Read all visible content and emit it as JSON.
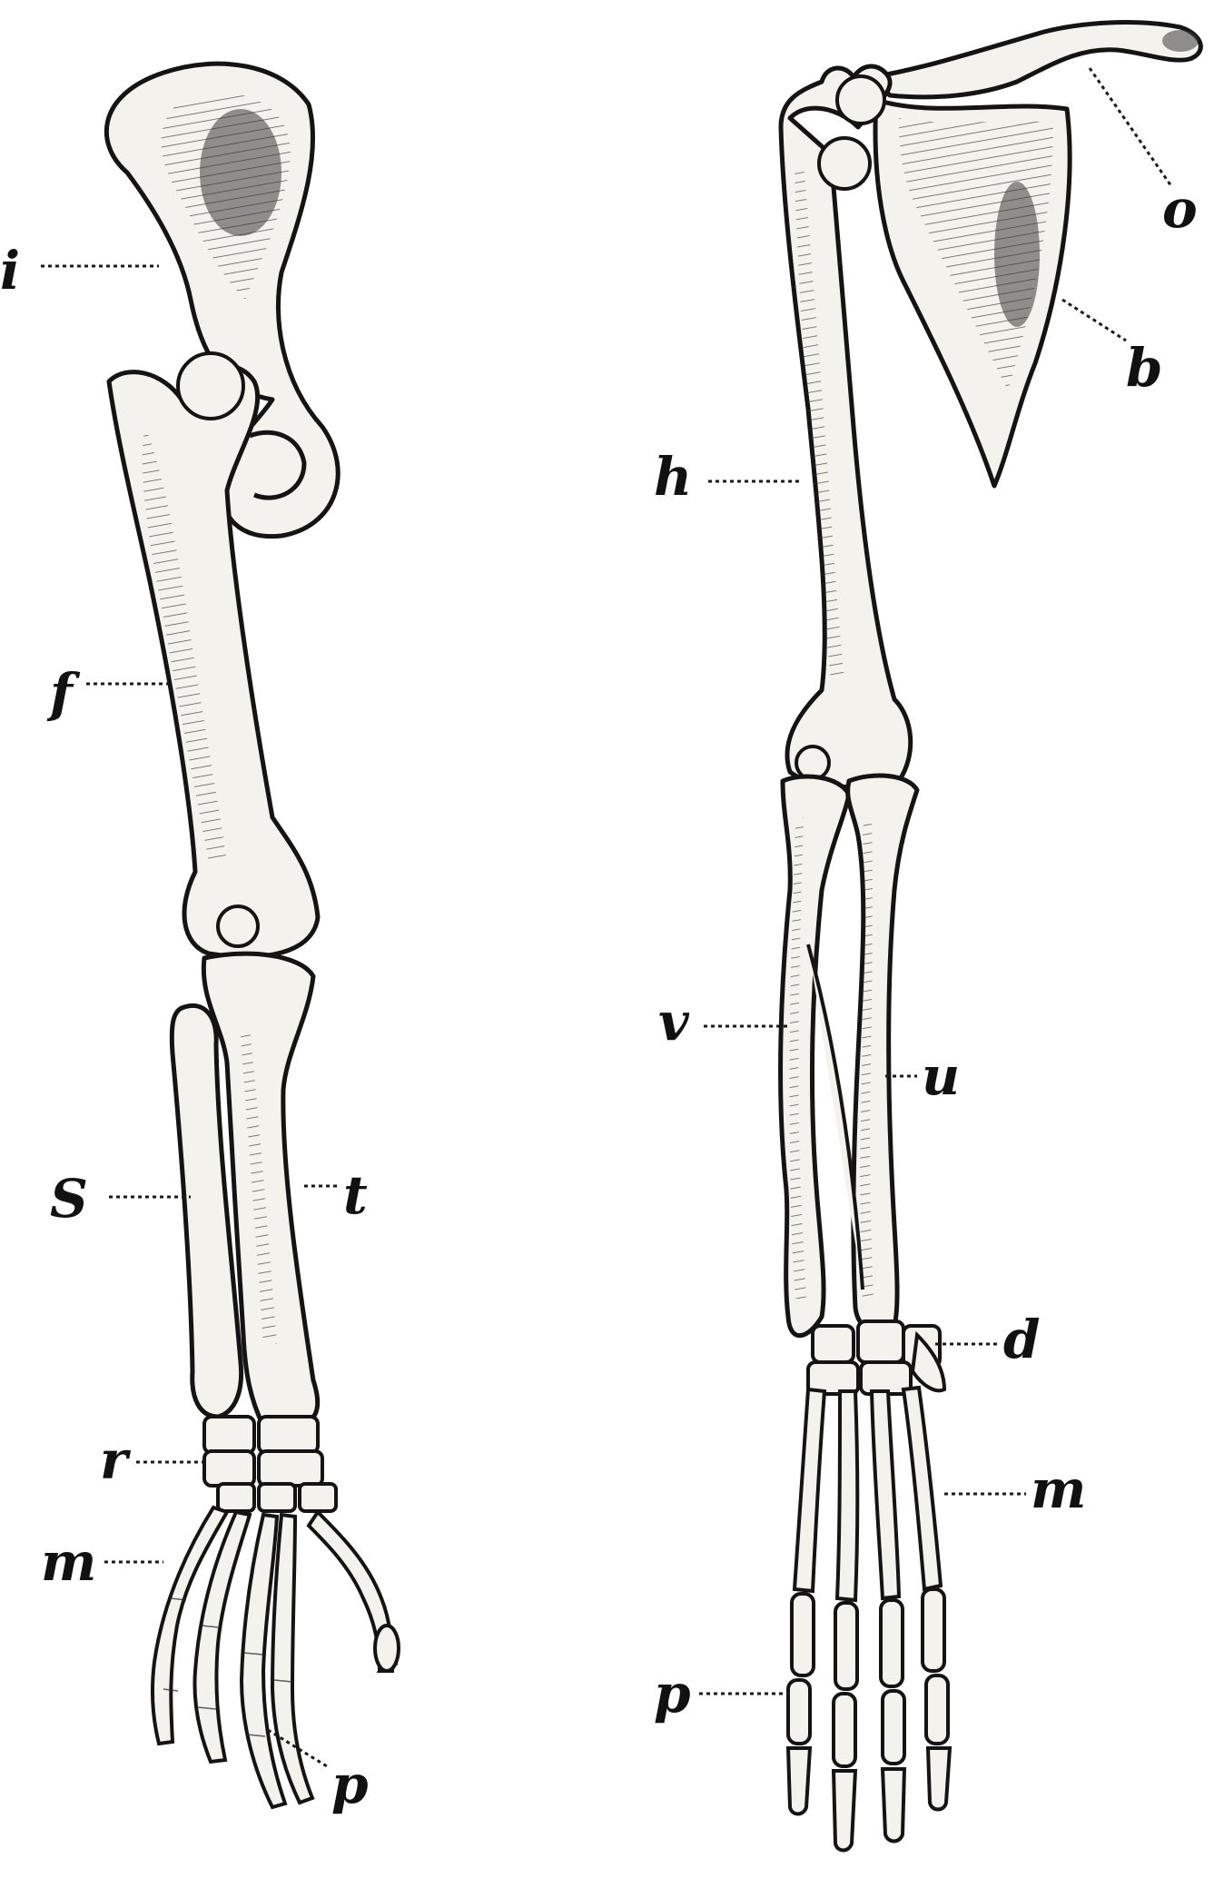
{
  "figure": {
    "labels": {
      "i": "i",
      "f": "f",
      "s": "S",
      "t": "t",
      "r": "r",
      "m_left": "m",
      "p_left": "p",
      "o": "o",
      "b": "b",
      "h": "h",
      "v": "v",
      "u": "u",
      "d": "d",
      "m_right": "m",
      "p_right": "p"
    }
  },
  "colors": {
    "ink": "#141414",
    "bone": "#f4f2ec",
    "paper": "#ffffff"
  }
}
